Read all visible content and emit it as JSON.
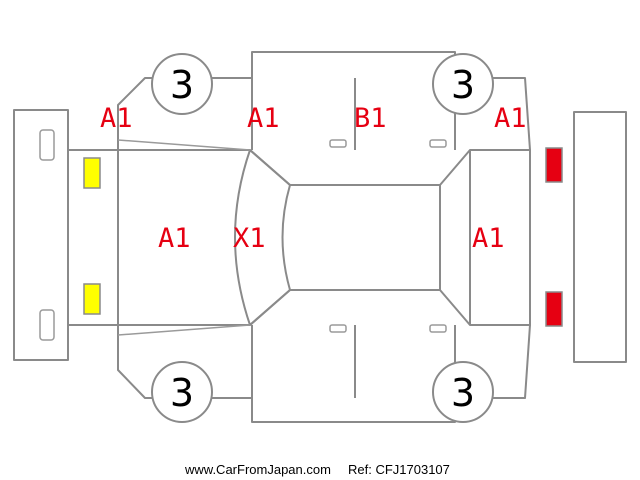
{
  "colors": {
    "damage_code": "#e60012",
    "rear_light": "#e60012",
    "front_light": "#ffff00",
    "outline": "#8a8a8a",
    "text": "#000000"
  },
  "damage_codes": {
    "front_left_fender": "A1",
    "front_left_door": "A1",
    "rear_left_door": "B1",
    "rear_left_quarter": "A1",
    "hood": "A1",
    "windshield": "X1",
    "tailgate": "A1"
  },
  "tire_treads": {
    "front_left": "3",
    "rear_left": "3",
    "front_right": "3",
    "rear_right": "3"
  },
  "footer": {
    "site": "www.CarFromJapan.com",
    "ref": "Ref: CFJ1703107"
  }
}
